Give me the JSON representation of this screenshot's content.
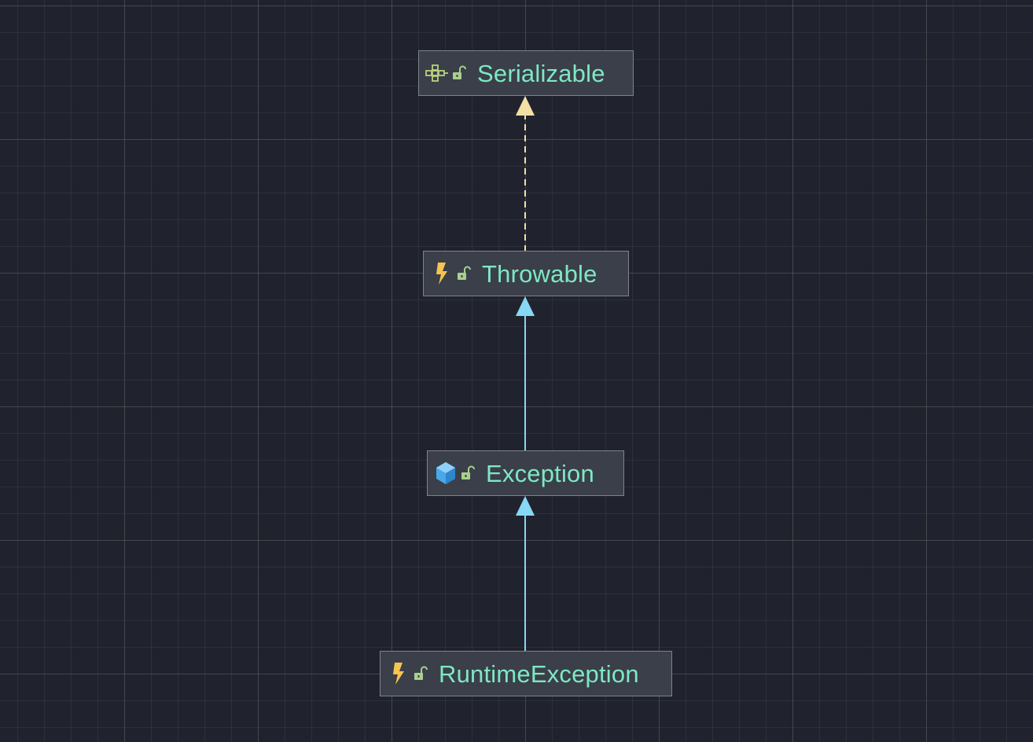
{
  "diagram": {
    "nodes": [
      {
        "id": "serializable",
        "label": "Serializable",
        "icon": "interface-icon"
      },
      {
        "id": "throwable",
        "label": "Throwable",
        "icon": "throwable-icon"
      },
      {
        "id": "exception",
        "label": "Exception",
        "icon": "class-icon"
      },
      {
        "id": "runtime-exception",
        "label": "RuntimeException",
        "icon": "throwable-icon"
      }
    ],
    "edges": [
      {
        "from": "throwable",
        "to": "serializable",
        "kind": "implements",
        "style": "dashed",
        "color": "#f2e0a4"
      },
      {
        "from": "exception",
        "to": "throwable",
        "kind": "extends",
        "style": "solid",
        "color": "#86d8f5"
      },
      {
        "from": "runtime-exception",
        "to": "exception",
        "kind": "extends",
        "style": "solid",
        "color": "#86d8f5"
      }
    ],
    "colors": {
      "background": "#20232e",
      "node_fill": "#3b3f4a",
      "node_border": "#7d828c",
      "label": "#7ee8c3",
      "lock": "#a8d18c",
      "throwable_bolt": "#f5c451",
      "class_hex": "#4aa7e8",
      "interface": "#b9d27a"
    }
  }
}
